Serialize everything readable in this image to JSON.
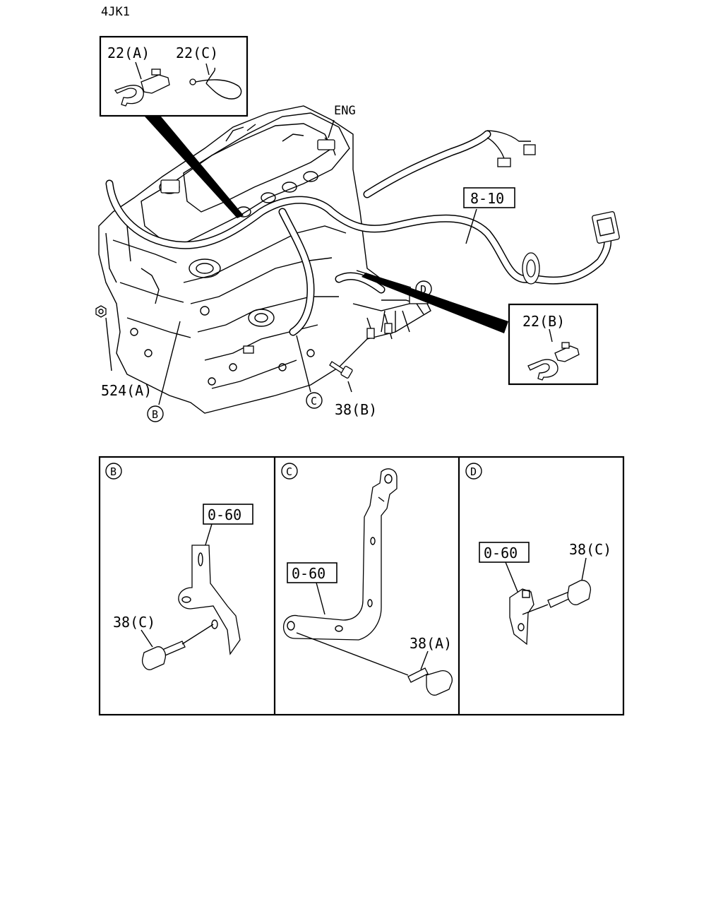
{
  "header": {
    "model_code": "4JK1"
  },
  "callouts": {
    "clip_22a": "22(A)",
    "clip_22c": "22(C)",
    "clip_22b": "22(B)",
    "eng": "ENG",
    "harness_ref": "8-10",
    "nut_524a": "524(A)",
    "bolt_38b": "38(B)",
    "view_b": "B",
    "view_c": "C",
    "view_d": "D"
  },
  "detail_panels": [
    {
      "view": "B",
      "ref": "0-60",
      "bolt": "38(C)"
    },
    {
      "view": "C",
      "ref": "0-60",
      "bolt": "38(A)"
    },
    {
      "view": "D",
      "ref": "0-60",
      "bolt": "38(C)"
    }
  ]
}
